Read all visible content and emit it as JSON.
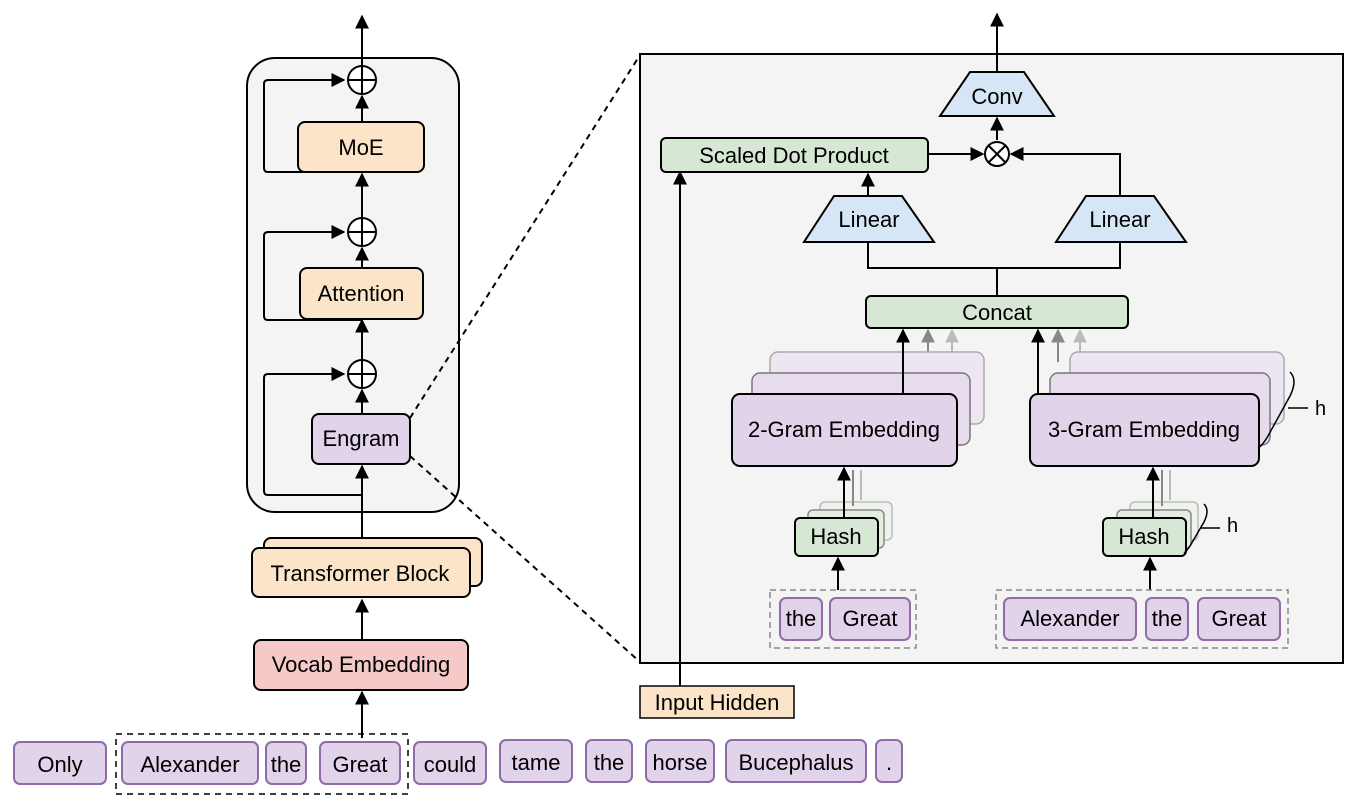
{
  "colors": {
    "orange_fill": "#fce4c9",
    "purple_fill": "#e0d3ea",
    "purple_stroke": "#8e6ca8",
    "green_fill": "#d6e8d3",
    "pink_fill": "#f6c9c9",
    "blue_fill": "#d7e6f7",
    "panel_fill": "#f4f4f4"
  },
  "left": {
    "moe": "MoE",
    "attention": "Attention",
    "engram": "Engram",
    "transformer_block": "Transformer Block",
    "vocab_embedding": "Vocab Embedding"
  },
  "tokens": [
    "Only",
    "Alexander",
    "the",
    "Great",
    "could",
    "tame",
    "the",
    "horse",
    "Bucephalus",
    "."
  ],
  "right": {
    "conv": "Conv",
    "scaled_dot_product": "Scaled Dot Product",
    "linear_left": "Linear",
    "linear_right": "Linear",
    "concat": "Concat",
    "gram2": "2-Gram Embedding",
    "gram3": "3-Gram Embedding",
    "h_top": "h",
    "h_bottom": "h",
    "hash_left": "Hash",
    "hash_right": "Hash",
    "input_hidden": "Input Hidden",
    "tokens_2gram": [
      "the",
      "Great"
    ],
    "tokens_3gram": [
      "Alexander",
      "the",
      "Great"
    ]
  }
}
